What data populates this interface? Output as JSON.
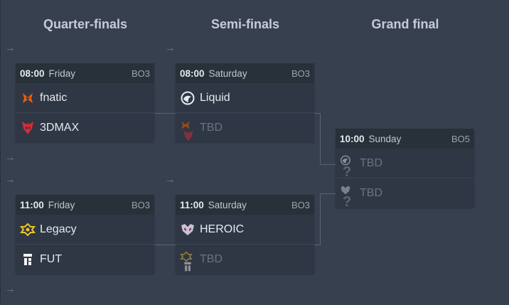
{
  "columns": {
    "quarter": "Quarter-finals",
    "semi": "Semi-finals",
    "final": "Grand final"
  },
  "matches": {
    "qf1": {
      "time": "08:00",
      "day": "Friday",
      "format": "BO3",
      "teams": [
        {
          "name": "fnatic",
          "logo": "fnatic-icon"
        },
        {
          "name": "3DMAX",
          "logo": "3dmax-icon"
        }
      ]
    },
    "qf2": {
      "time": "11:00",
      "day": "Friday",
      "format": "BO3",
      "teams": [
        {
          "name": "Legacy",
          "logo": "legacy-icon"
        },
        {
          "name": "FUT",
          "logo": "fut-icon"
        }
      ]
    },
    "sf1": {
      "time": "08:00",
      "day": "Saturday",
      "format": "BO3",
      "teams": [
        {
          "name": "Liquid",
          "logo": "liquid-icon"
        },
        {
          "name": "TBD",
          "logo": "fnatic-3dmax-icon"
        }
      ]
    },
    "sf2": {
      "time": "11:00",
      "day": "Saturday",
      "format": "BO3",
      "teams": [
        {
          "name": "HEROIC",
          "logo": "heroic-icon"
        },
        {
          "name": "TBD",
          "logo": "legacy-fut-icon"
        }
      ]
    },
    "gf": {
      "time": "10:00",
      "day": "Sunday",
      "format": "BO5",
      "teams": [
        {
          "name": "TBD",
          "logo": "liquid-question-icon"
        },
        {
          "name": "TBD",
          "logo": "heroic-question-icon"
        }
      ]
    }
  },
  "colors": {
    "background": "#37404f",
    "card": "#2f3744",
    "card_header": "#283039",
    "fnatic": "#ff5900",
    "3dmax": "#d62b35",
    "legacy": "#e8c530",
    "heroic": "#c9c2d6"
  }
}
